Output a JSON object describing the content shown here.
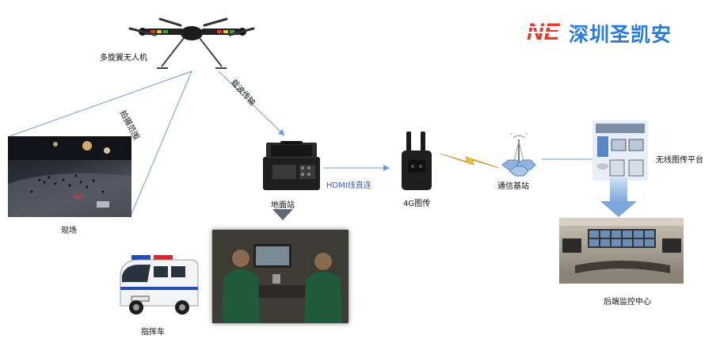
{
  "brand": {
    "logo_letters": "NE",
    "name": "深圳圣凯安"
  },
  "labels": {
    "drone": "多旋翼无人机",
    "shooting_range": "拍摄范围",
    "wave_transmission": "载波传输",
    "scene": "现场",
    "ground_station": "地面站",
    "hdmi": "HDMI线直连",
    "transmitter_4g": "4G图传",
    "base_station": "通信基站",
    "platform": "无线图传平台",
    "monitor_center": "后端监控中心",
    "command_vehicle": "指挥车"
  },
  "colors": {
    "brand_blue": "#2a7ad6",
    "brand_red": "#e8392b",
    "line_blue": "#6a9ed6",
    "arrow_gray": "#5f6975",
    "lightning_yellow": "#f2c12e"
  }
}
